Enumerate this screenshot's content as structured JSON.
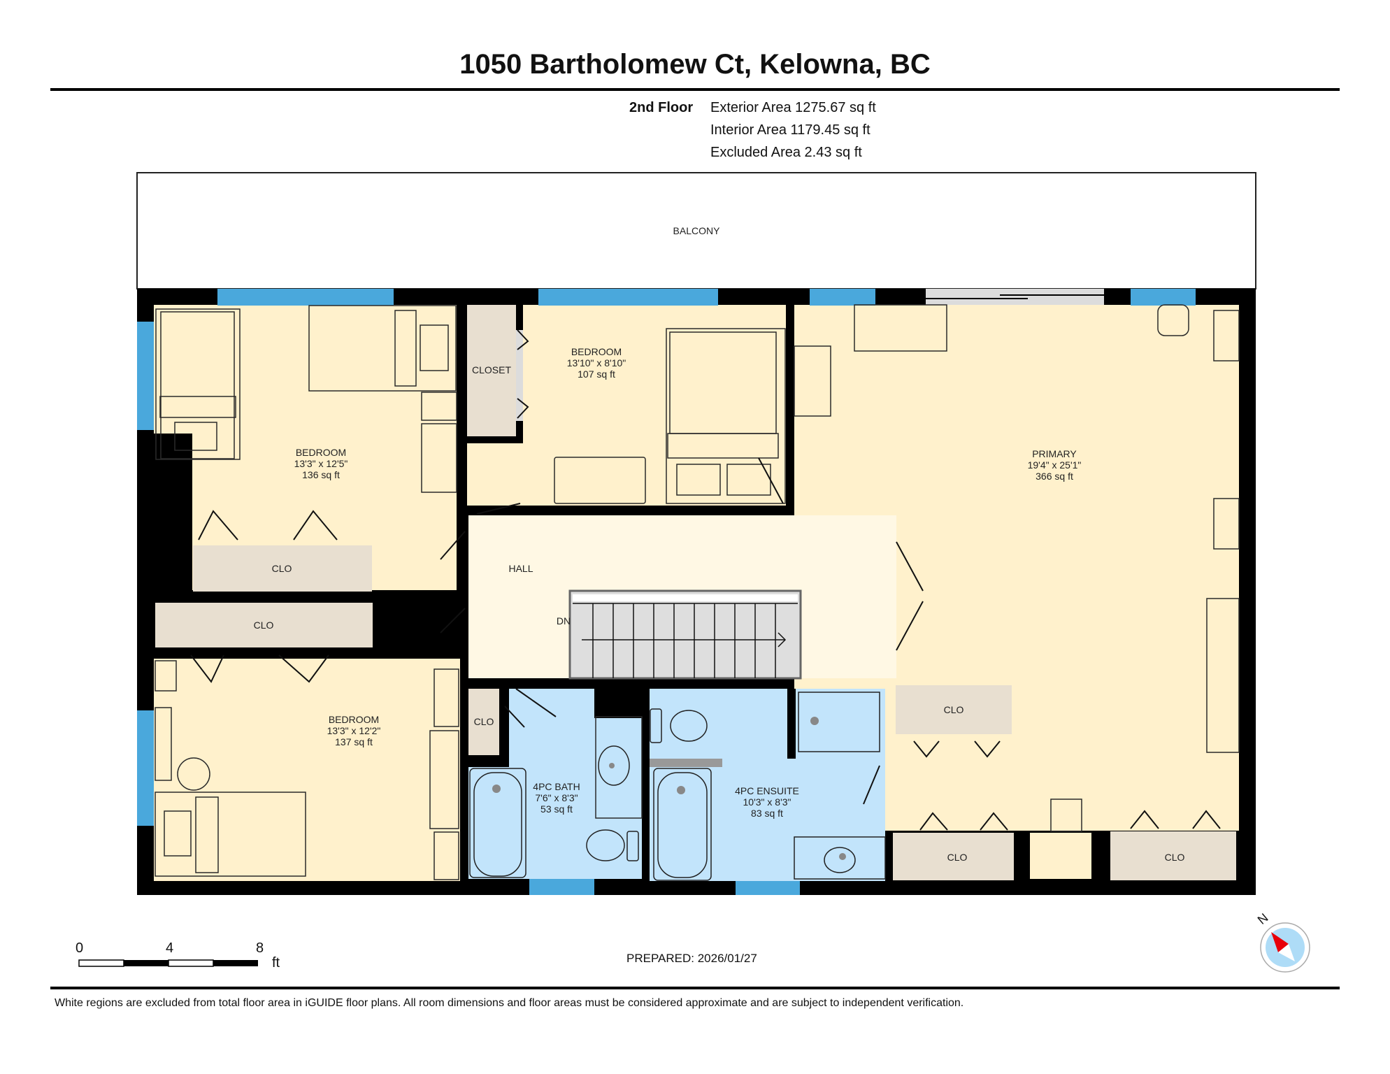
{
  "header": {
    "title": "1050 Bartholomew Ct, Kelowna, BC",
    "floor": "2nd Floor",
    "areas": [
      "Exterior Area 1275.67 sq ft",
      "Interior Area 1179.45 sq ft",
      "Excluded Area 2.43 sq ft"
    ]
  },
  "plan": {
    "colors": {
      "wall": "#000000",
      "bedroom_fill": "#fff1cc",
      "hall_fill": "#fff8e4",
      "closet_fill": "#e8dfd0",
      "bath_fill": "#c2e4fb",
      "window": "#4aa8dc",
      "door_threshold": "#dcdcdc",
      "stairs": "#dedede"
    },
    "balcony": {
      "name": "BALCONY"
    },
    "rooms": {
      "bedroom1": {
        "name": "BEDROOM",
        "dims": "13'3\" x 12'5\"",
        "area": "136 sq ft"
      },
      "bedroom2": {
        "name": "BEDROOM",
        "dims": "13'10\" x 8'10\"",
        "area": "107 sq ft"
      },
      "bedroom3": {
        "name": "BEDROOM",
        "dims": "13'3\" x 12'2\"",
        "area": "137 sq ft"
      },
      "primary": {
        "name": "PRIMARY",
        "dims": "19'4\" x 25'1\"",
        "area": "366 sq ft"
      },
      "bath": {
        "name": "4PC BATH",
        "dims": "7'6\" x 8'3\"",
        "area": "53 sq ft"
      },
      "ensuite": {
        "name": "4PC ENSUITE",
        "dims": "10'3\" x 8'3\"",
        "area": "83 sq ft"
      },
      "hall": {
        "name": "HALL"
      },
      "closet": {
        "name": "CLOSET"
      },
      "stairs": {
        "name": "DN"
      },
      "clo": "CLO"
    }
  },
  "scale": {
    "ticks": [
      "0",
      "4",
      "8"
    ],
    "unit": "ft"
  },
  "compass": {
    "label": "N"
  },
  "prepared": "PREPARED: 2026/01/27",
  "disclaimer": "White regions are excluded from total floor area in iGUIDE floor plans. All room dimensions and floor areas must be considered approximate and are subject to independent verification."
}
